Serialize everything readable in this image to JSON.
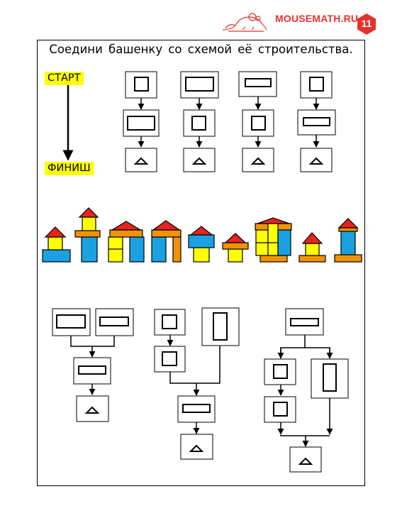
{
  "header": {
    "brand": "MOUSEMATH.RU",
    "page_number": "11"
  },
  "task": {
    "title": "Соедини башенку со схемой её строительства."
  },
  "legend": {
    "start_label": "СТАРТ",
    "finish_label": "ФИНИШ"
  },
  "colors": {
    "accent": "#e5322d",
    "block_red": "#e8231d",
    "block_orange": "#f39200",
    "block_yellow": "#ffff00",
    "block_blue": "#1ba1e2",
    "highlight": "#ffff00"
  }
}
